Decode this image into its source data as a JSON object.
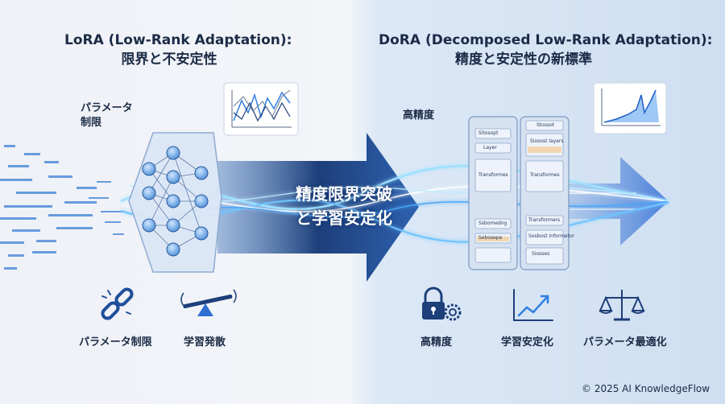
{
  "left": {
    "title_line1": "LoRA (Low-Rank Adaptation):",
    "title_line2": "限界と不安定性",
    "param_label_line1": "パラメータ",
    "param_label_line2": "制限",
    "bottom_labels": [
      "パラメータ制限",
      "学習発散"
    ],
    "icons": [
      "broken-chain-icon",
      "seesaw-icon"
    ]
  },
  "right": {
    "title_line1": "DoRA (Decomposed Low-Rank Adaptation):",
    "title_line2": "精度と安定性の新標準",
    "precision_label": "高精度",
    "bottom_labels": [
      "高精度",
      "学習安定化",
      "パラメータ最適化"
    ],
    "icons": [
      "lock-gear-icon",
      "rising-chart-icon",
      "balance-scale-icon"
    ],
    "panel_texts": [
      "Sitosopt",
      "Layer",
      "Transformes",
      "Stossot",
      "Siosost layers",
      "Transformes",
      "Ssbomedng",
      "Sebosepe",
      "Transformers",
      "Sosbost informetor",
      "Siosses"
    ]
  },
  "center": {
    "label_line1": "精度限界突破",
    "label_line2": "と学習安定化"
  },
  "copyright": "© 2025 AI KnowledgeFlow",
  "colors": {
    "accent": "#2f7fe0",
    "dark_navy": "#1b2b46",
    "arrow_dark": "#1d3f7a",
    "glow": "#7fd0ff"
  }
}
